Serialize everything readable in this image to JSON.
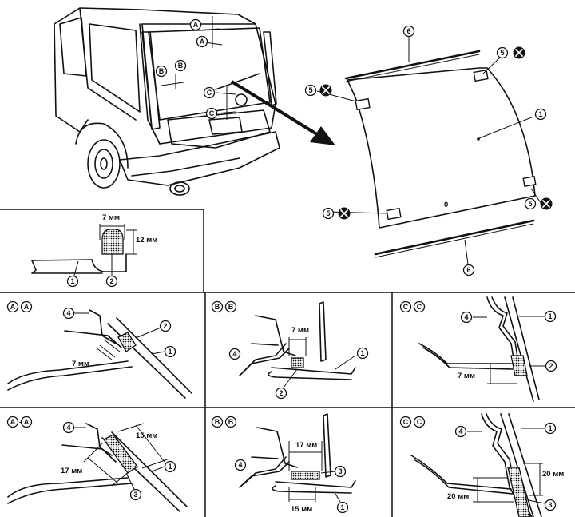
{
  "markers": {
    "a": "A",
    "b": "B",
    "c": "C"
  },
  "callouts": {
    "glass": "1",
    "adhesive": "2",
    "spacer": "3",
    "body": "4",
    "clip": "5",
    "molding": "6",
    "mark_zero": "0"
  },
  "dimensions": {
    "width_7": "7 мм",
    "height_12": "12 мм",
    "width_15": "15 мм",
    "width_17": "17 мм",
    "width_20": "20 мм"
  },
  "panels": [
    {
      "id": "aa-1",
      "left": "A",
      "right": "A",
      "separator": ""
    },
    {
      "id": "bb-1",
      "left": "B",
      "right": "B",
      "separator": ""
    },
    {
      "id": "cc-1",
      "left": "C",
      "right": "C",
      "separator": ""
    },
    {
      "id": "aa-2",
      "left": "A",
      "right": "A",
      "separator": "-"
    },
    {
      "id": "bb-2",
      "left": "B",
      "right": "B",
      "separator": ""
    },
    {
      "id": "cc-2",
      "left": "C",
      "right": "C",
      "separator": ""
    }
  ],
  "colors": {
    "line": "#111111",
    "background": "#ffffff"
  }
}
